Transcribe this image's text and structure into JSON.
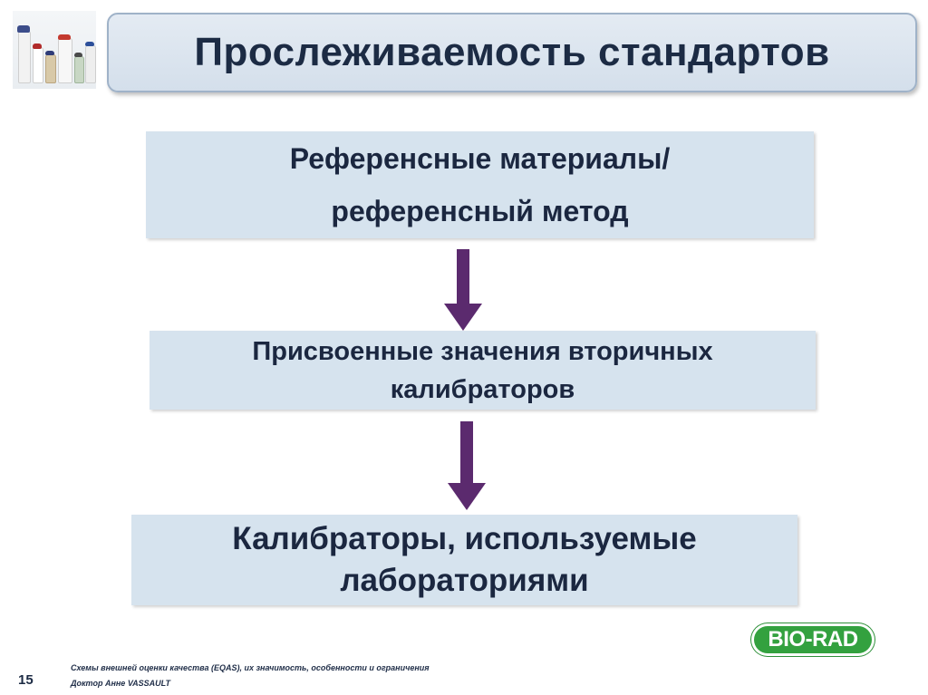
{
  "slide": {
    "title": "Прослеживаемость стандартов",
    "page_number": "15",
    "footer": {
      "line1": "Схемы внешней оценки качества (EQAS), их значимость, особенности и ограничения",
      "line2": "Доктор Анне VASSAULT"
    },
    "logo_text": "BIO-RAD",
    "boxes": [
      {
        "line1": "Референсные материалы/",
        "line2": "референсный метод"
      },
      {
        "line1": "Присвоенные значения вторичных",
        "line2": "калибраторов"
      },
      {
        "line1": "Калибраторы, используемые",
        "line2": "лабораториями"
      }
    ],
    "icons": {
      "header_photo": "lab-vials-photo",
      "arrow": "down-arrow-icon"
    },
    "colors": {
      "box_fill": "#d6e3ee",
      "title_fill": "#d4dfeb",
      "arrow": "#5b2a6e",
      "logo_green": "#33a13f",
      "text_dark": "#1b2740"
    }
  }
}
